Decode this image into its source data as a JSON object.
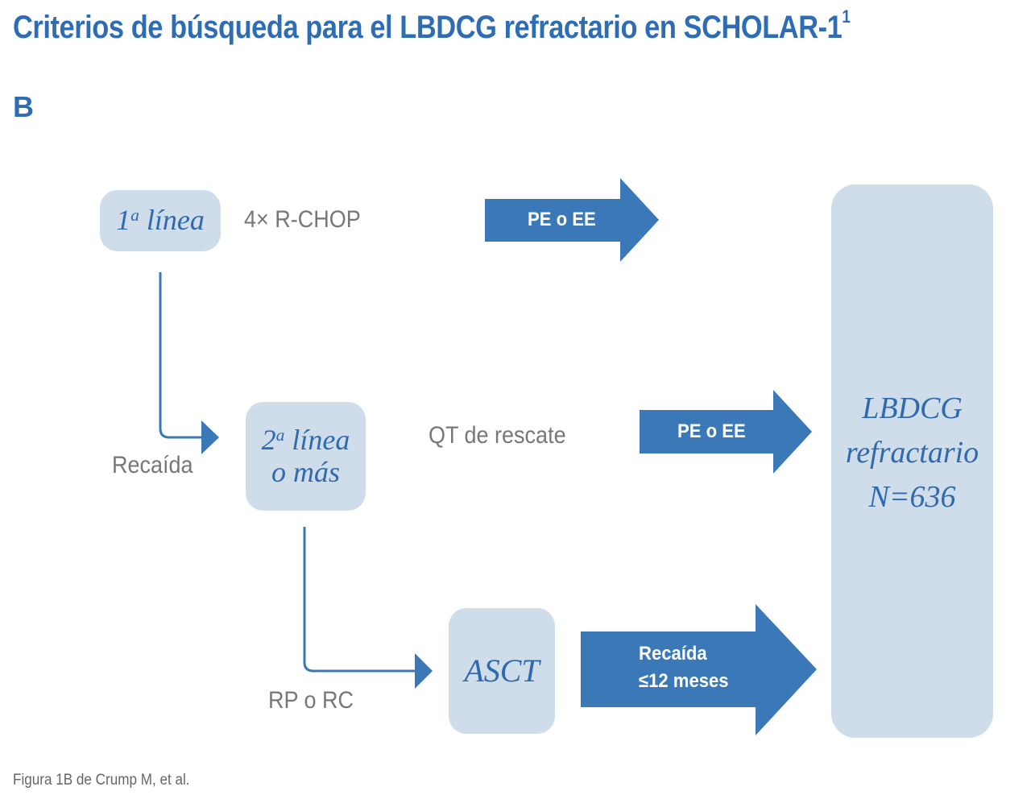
{
  "title": {
    "text": "Criterios de búsqueda para el LBDCG refractario en SCHOLAR-1",
    "superscript": "1"
  },
  "panel_label": "B",
  "nodes": {
    "first_line": {
      "text": "1",
      "sup": "a",
      "rest": " línea"
    },
    "second_line": {
      "line1_num": "2",
      "line1_sup": "a",
      "line1_rest": " línea",
      "line2": "o más"
    },
    "asct": {
      "text": "ASCT"
    },
    "refractory": {
      "line1": "LBDCG",
      "line2": "refractario",
      "line3": "N=636"
    }
  },
  "labels": {
    "rchop": "4× R-CHOP",
    "relapse": "Recaída",
    "salvage": "QT de rescate",
    "rp_rc": "RP o RC"
  },
  "arrows": {
    "a1": "PE o EE",
    "a2": "PE o EE",
    "a3_line1": "Recaída",
    "a3_line2": "≤12 meses"
  },
  "caption": "Figura 1B de Crump M, et al.",
  "colors": {
    "accent": "#2e6db4",
    "arrow": "#3b78b8",
    "box": "#cfdcea",
    "gray_text": "#777777"
  }
}
